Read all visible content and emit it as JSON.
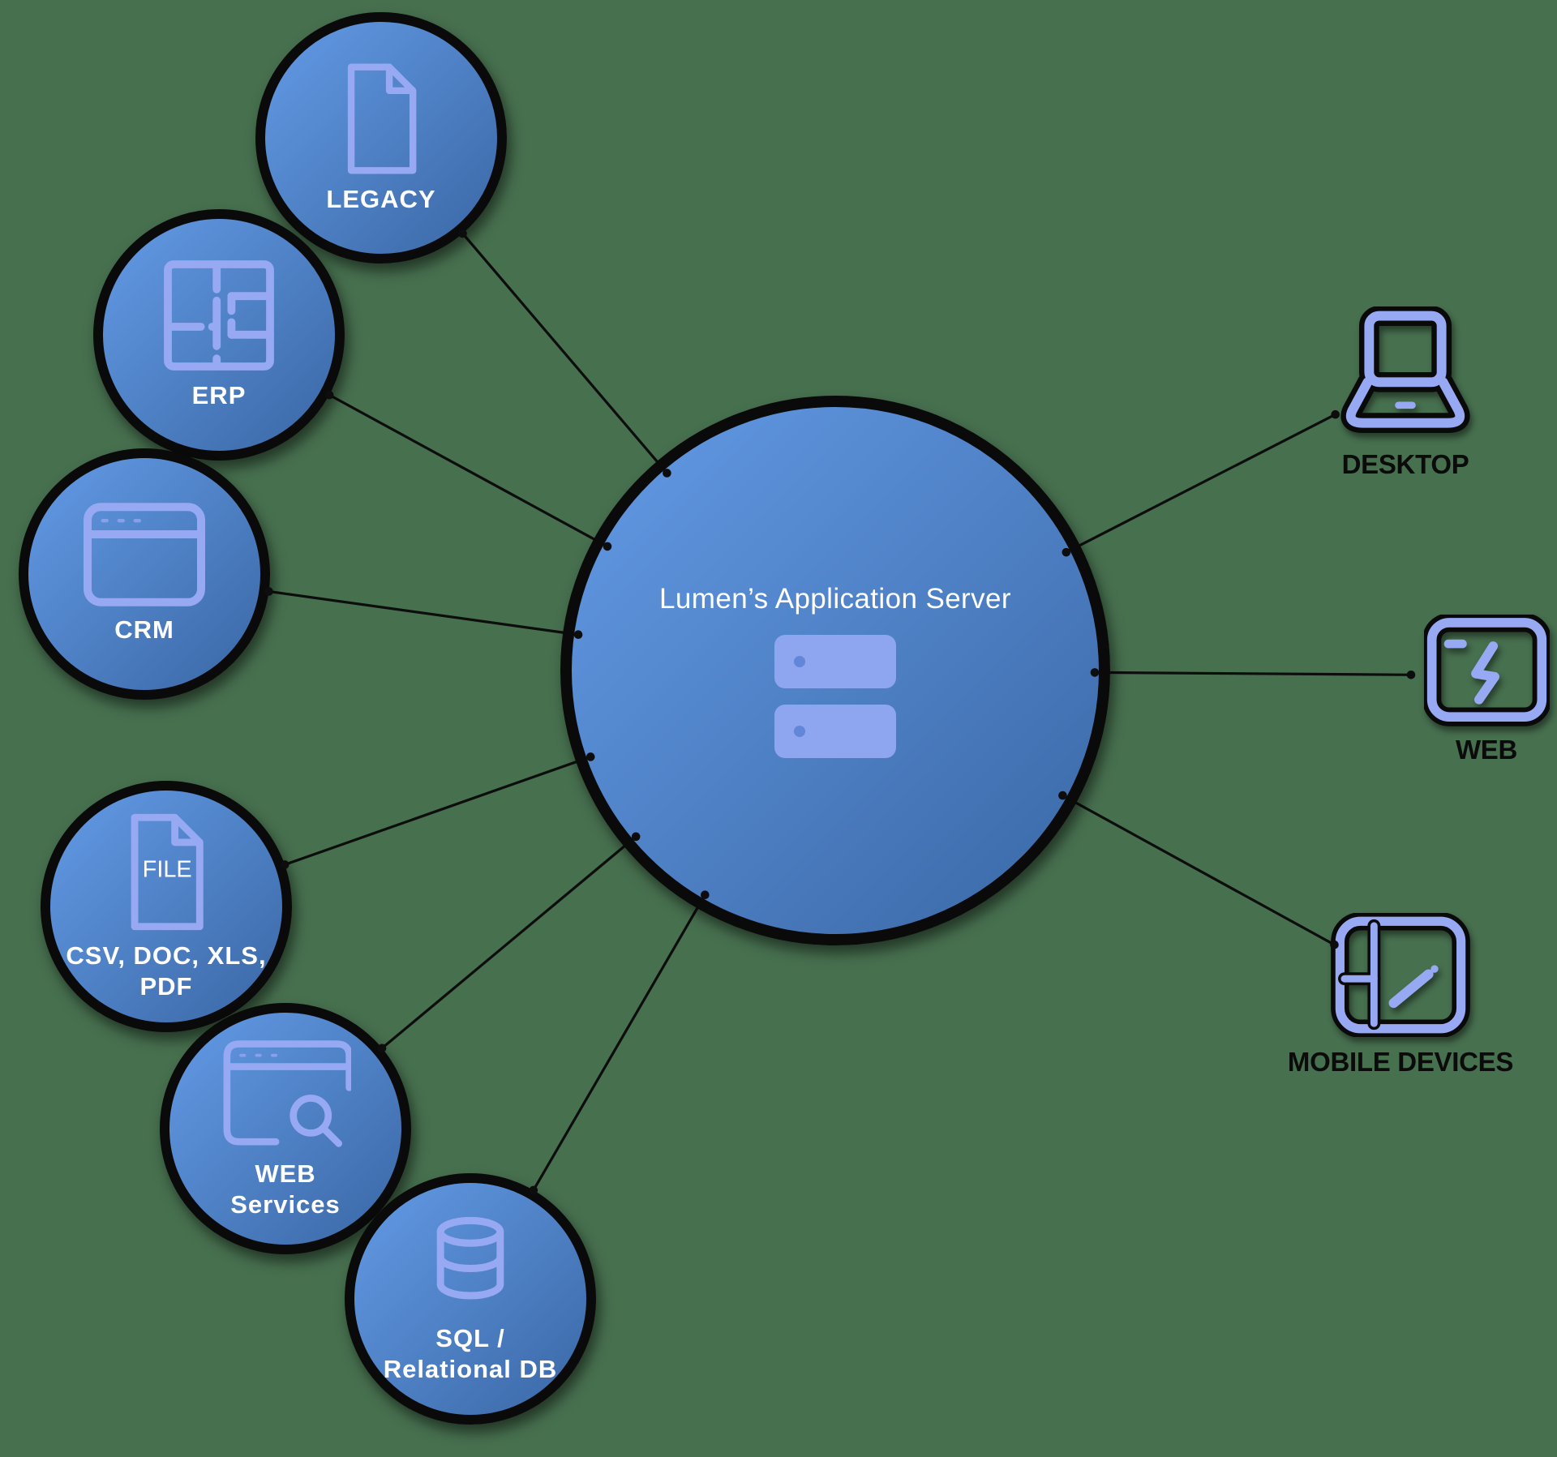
{
  "diagram": {
    "background_color": "#47704F",
    "center": {
      "title": "Lumen’s Application Server",
      "icon": "server-icon"
    },
    "sources": [
      {
        "id": "legacy",
        "label": "LEGACY",
        "icon": "document-icon"
      },
      {
        "id": "erp",
        "label": "ERP",
        "icon": "floorplan-icon"
      },
      {
        "id": "crm",
        "label": "CRM",
        "icon": "browser-window-icon"
      },
      {
        "id": "file",
        "label": "CSV, DOC, XLS,\nPDF",
        "icon": "file-document-icon",
        "icon_text": "FILE"
      },
      {
        "id": "web_services",
        "label": "WEB\nServices",
        "icon": "browser-search-icon"
      },
      {
        "id": "sql",
        "label": "SQL /\nRelational DB",
        "icon": "database-icon"
      }
    ],
    "clients": [
      {
        "id": "desktop",
        "label": "DESKTOP",
        "icon": "laptop-icon"
      },
      {
        "id": "web",
        "label": "WEB",
        "icon": "web-app-icon"
      },
      {
        "id": "mobile",
        "label": "MOBILE DEVICES",
        "icon": "tablet-icon"
      }
    ],
    "colors": {
      "node_gradient_start": "#639BE6",
      "node_gradient_end": "#3A67A5",
      "node_border": "#0A0A0A",
      "icon_stroke": "#97A9F2",
      "server_rack_fill": "#8EA5EF",
      "server_rack_dot": "#6286D8",
      "connector_line": "#0D0D0D",
      "source_label_text": "#FFFFFF",
      "client_label_text": "#0B0B0B"
    }
  }
}
